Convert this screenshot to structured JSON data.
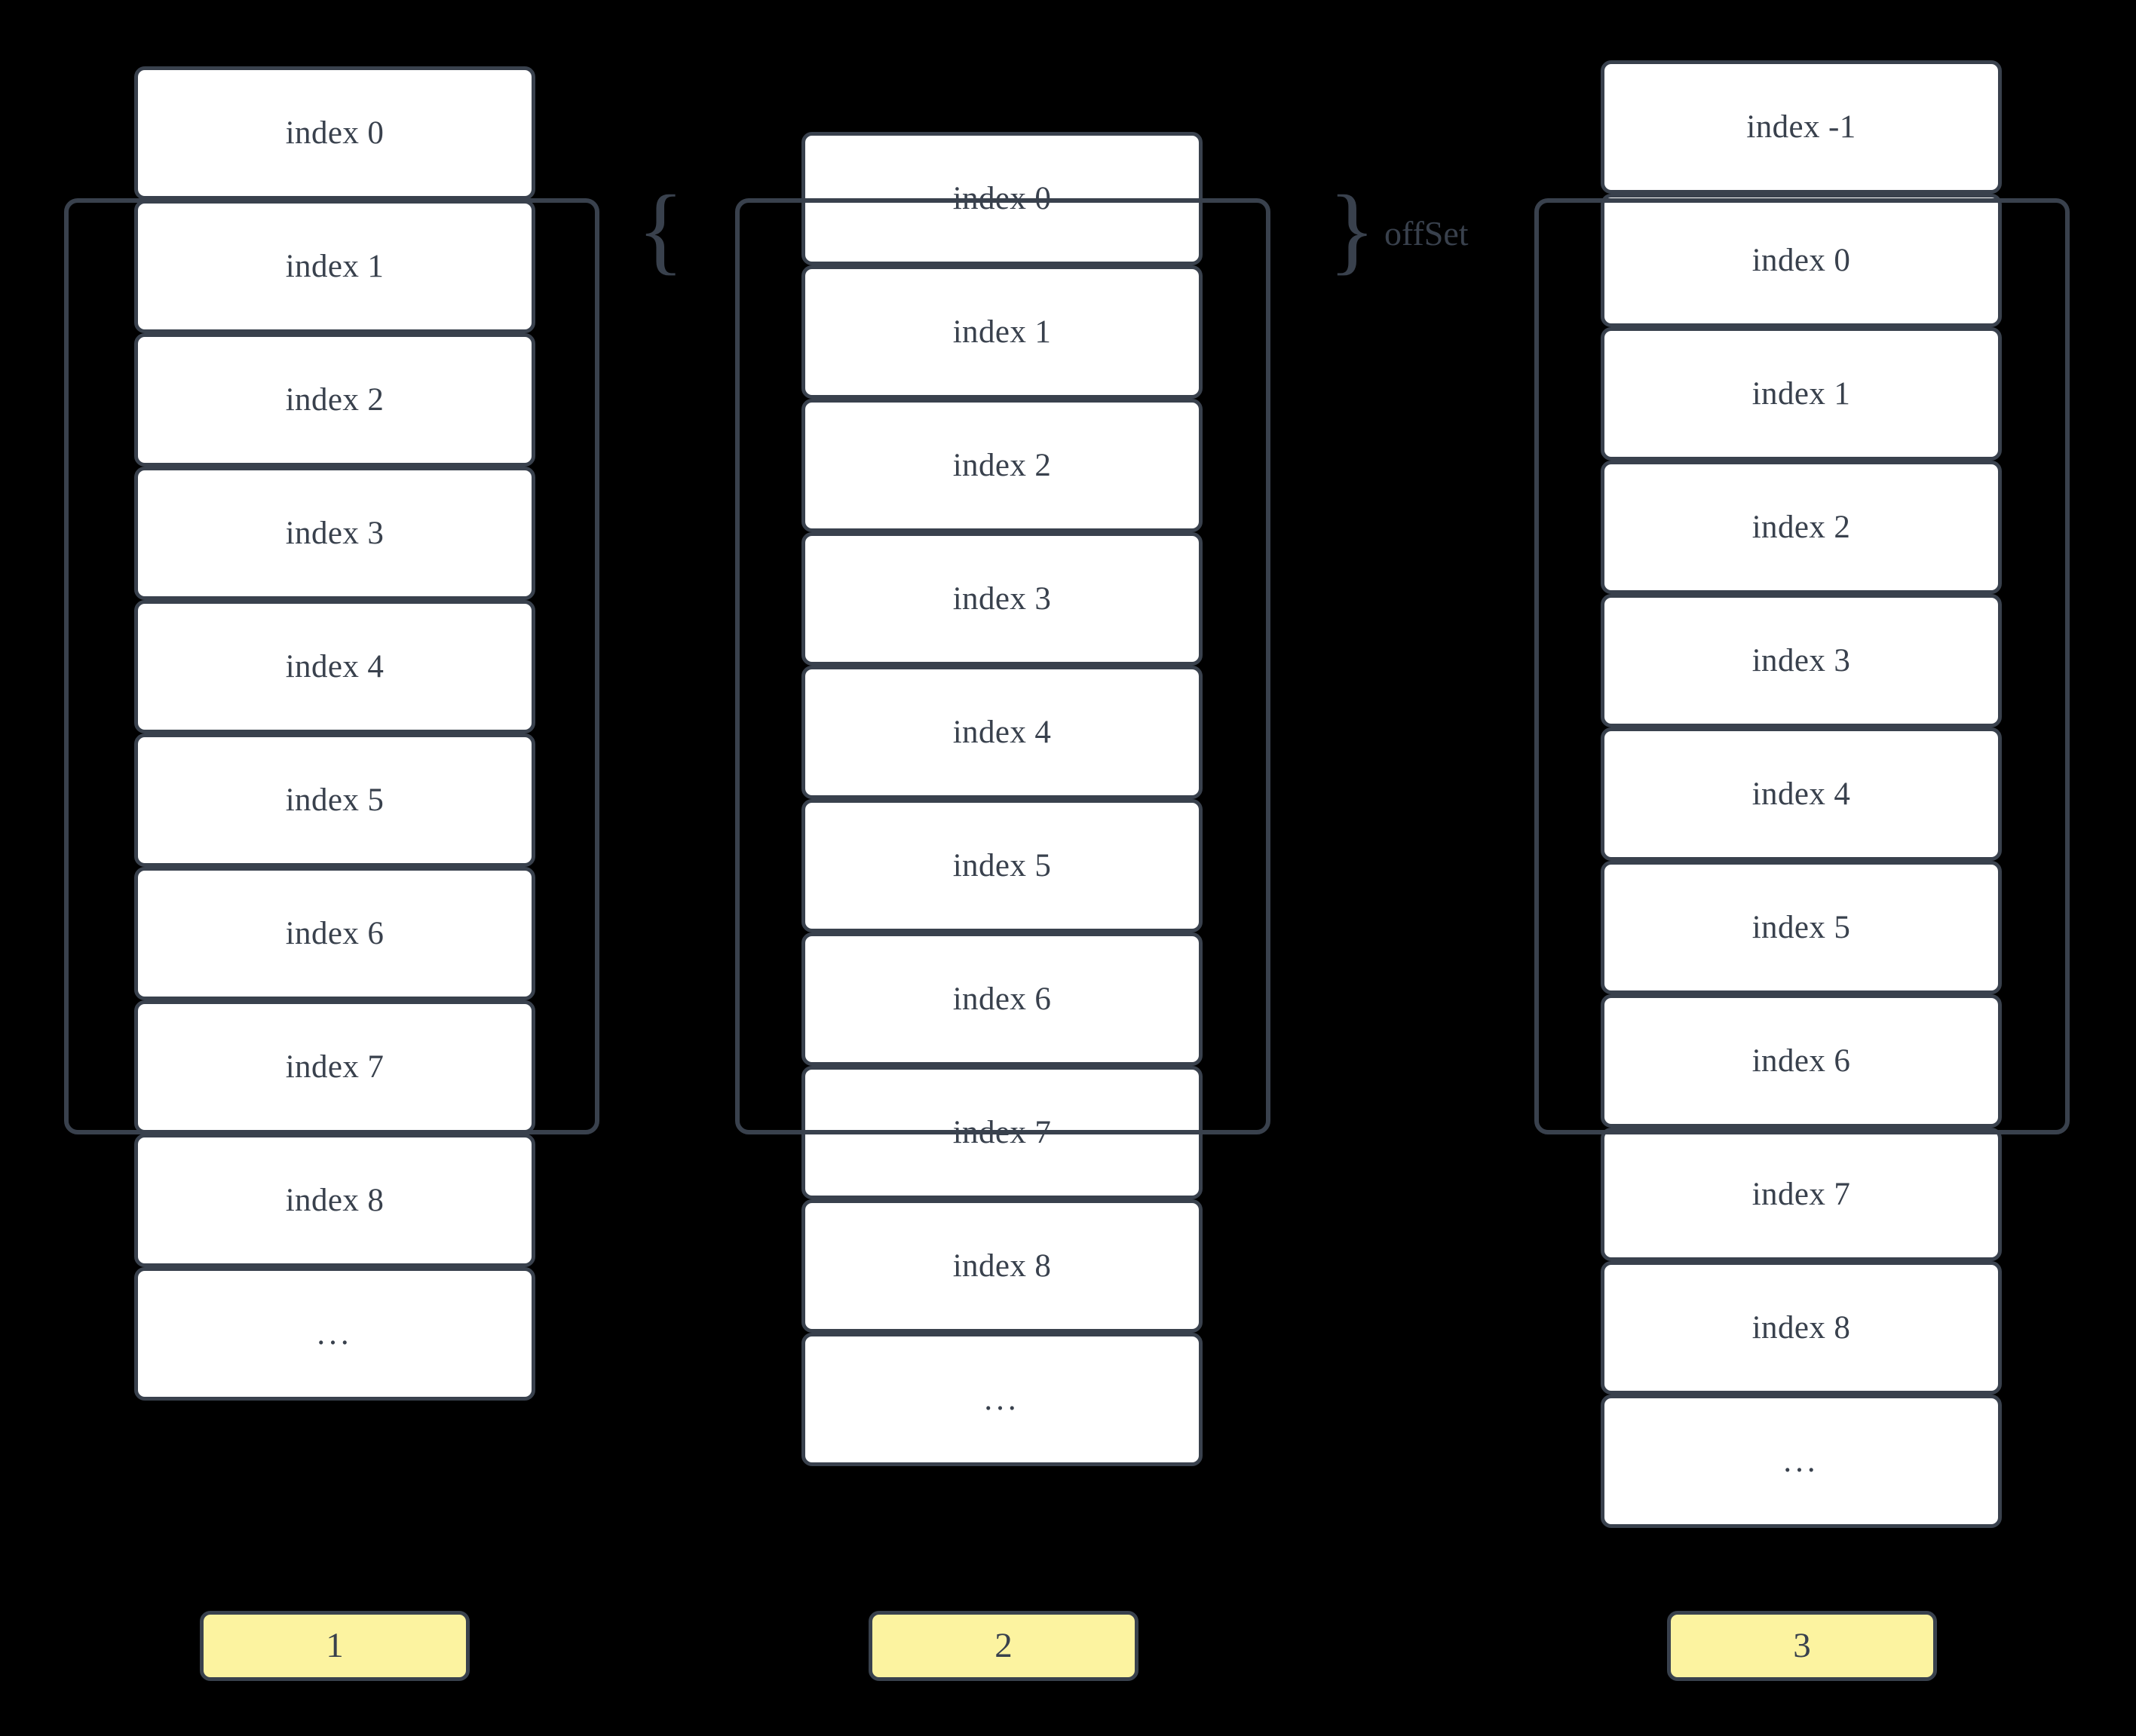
{
  "diagram": {
    "title": "Array index offset illustration",
    "background_color": "#000000",
    "box_fill": "#ffffff",
    "box_border_color": "#39414d",
    "badge_fill": "#fcf3a0",
    "text_color": "#39414d",
    "offset_label": "offSet",
    "brace_left": "{",
    "brace_right": "}"
  },
  "columns": [
    {
      "id": "column-1",
      "badge": "1",
      "cells": [
        "index 0",
        "index 1",
        "index 2",
        "index 3",
        "index 4",
        "index 5",
        "index 6",
        "index 7",
        "index 8",
        "..."
      ],
      "highlight_range": {
        "from": "index 1",
        "to": "index 7"
      }
    },
    {
      "id": "column-2",
      "badge": "2",
      "cells": [
        "index 0",
        "index 1",
        "index 2",
        "index 3",
        "index 4",
        "index 5",
        "index 6",
        "index 7",
        "index 8",
        "..."
      ],
      "highlight_range": {
        "from": "index 0",
        "to": "index 7"
      }
    },
    {
      "id": "column-3",
      "badge": "3",
      "cells": [
        "index -1",
        "index 0",
        "index 1",
        "index 2",
        "index 3",
        "index 4",
        "index 5",
        "index 6",
        "index 7",
        "index 8",
        "..."
      ],
      "highlight_range": {
        "from": "index 0",
        "to": "index 6"
      }
    }
  ]
}
